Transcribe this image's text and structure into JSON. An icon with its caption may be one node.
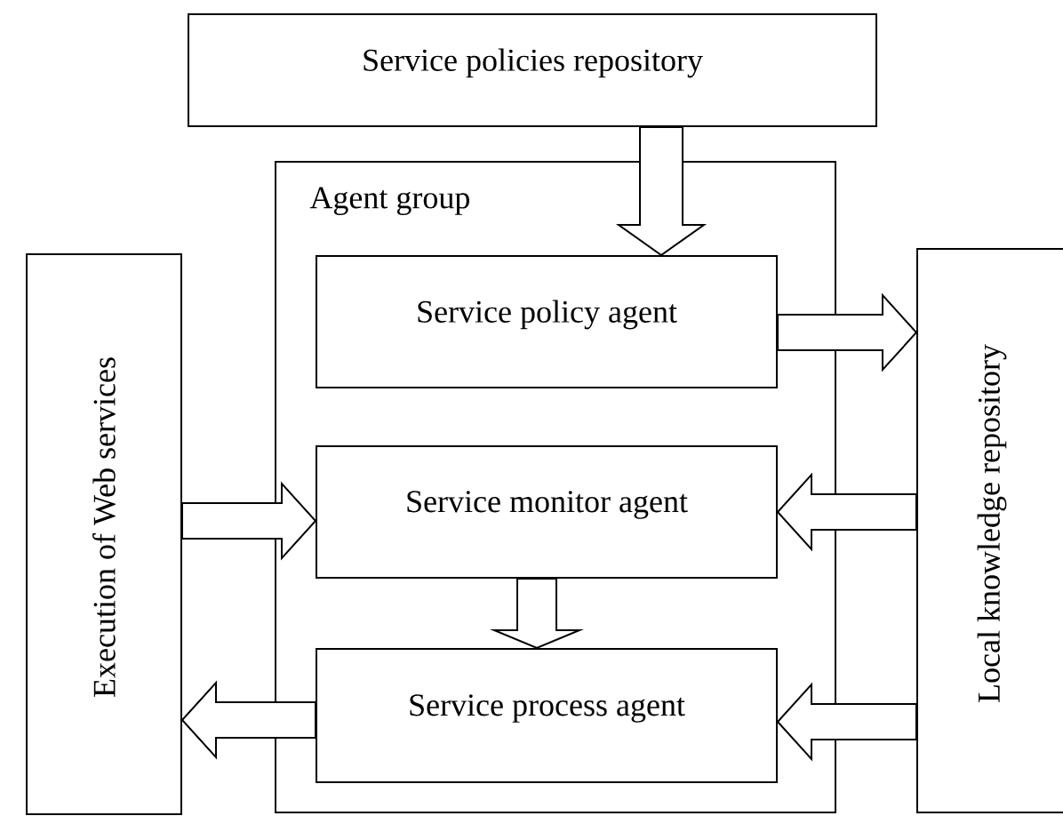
{
  "diagram": {
    "nodes": [
      {
        "text": [
          "Service policies repository"
        ]
      },
      {
        "text": [
          "Agent group"
        ]
      },
      {
        "text": [
          "Service policy agent"
        ],
        "in": 1
      },
      {
        "text": [
          "Service monitor agent"
        ],
        "in": 1
      },
      {
        "text": [
          "Service process agent"
        ],
        "in": 1
      },
      {
        "text": [
          "Execution of Web services"
        ]
      },
      {
        "text": [
          "Local knowledge repository"
        ]
      }
    ],
    "edges": [
      {
        "from": 0,
        "to": 2,
        "arrow": "to"
      },
      {
        "from": 2,
        "to": 6,
        "arrow": "to"
      },
      {
        "from": 5,
        "to": 3,
        "arrow": "to"
      },
      {
        "from": 6,
        "to": 3,
        "arrow": "to"
      },
      {
        "from": 3,
        "to": 4,
        "arrow": "to"
      },
      {
        "from": 4,
        "to": 5,
        "arrow": "to"
      },
      {
        "from": 6,
        "to": 4,
        "arrow": "to"
      }
    ]
  }
}
